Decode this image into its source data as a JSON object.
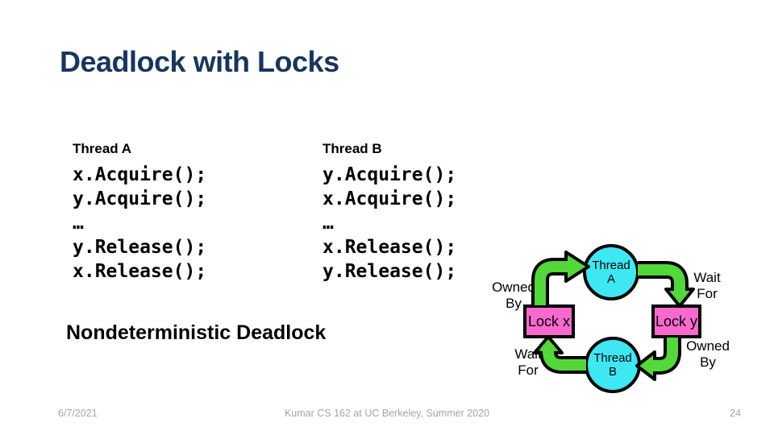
{
  "title": "Deadlock with Locks",
  "title_color": "#17365D",
  "threads": [
    {
      "name": "Thread A",
      "lines": [
        "x.Acquire();",
        "y.Acquire();",
        "…",
        "y.Release();",
        "x.Release();"
      ]
    },
    {
      "name": "Thread B",
      "lines": [
        "y.Acquire();",
        "x.Acquire();",
        "…",
        "x.Release();",
        "y.Release();"
      ]
    }
  ],
  "caption": "Nondeterministic Deadlock",
  "diagram": {
    "thread_a": {
      "line1": "Thread",
      "line2": "A"
    },
    "thread_b": {
      "line1": "Thread",
      "line2": "B"
    },
    "lock_x": "Lock x",
    "lock_y": "Lock y",
    "labels": {
      "owned_by_top": {
        "line1": "Owned",
        "line2": "By"
      },
      "wait_for_top": {
        "line1": "Wait",
        "line2": "For"
      },
      "wait_for_bottom": {
        "line1": "Wait",
        "line2": "For"
      },
      "owned_by_bottom": {
        "line1": "Owned",
        "line2": "By"
      }
    },
    "colors": {
      "node_fill": "#3DE8F2",
      "lock_fill": "#FA6ACE",
      "arrow": "#52D838",
      "outline": "#000000"
    }
  },
  "footer": {
    "date": "6/7/2021",
    "course": "Kumar CS 162 at UC Berkeley, Summer 2020",
    "page": "24"
  }
}
